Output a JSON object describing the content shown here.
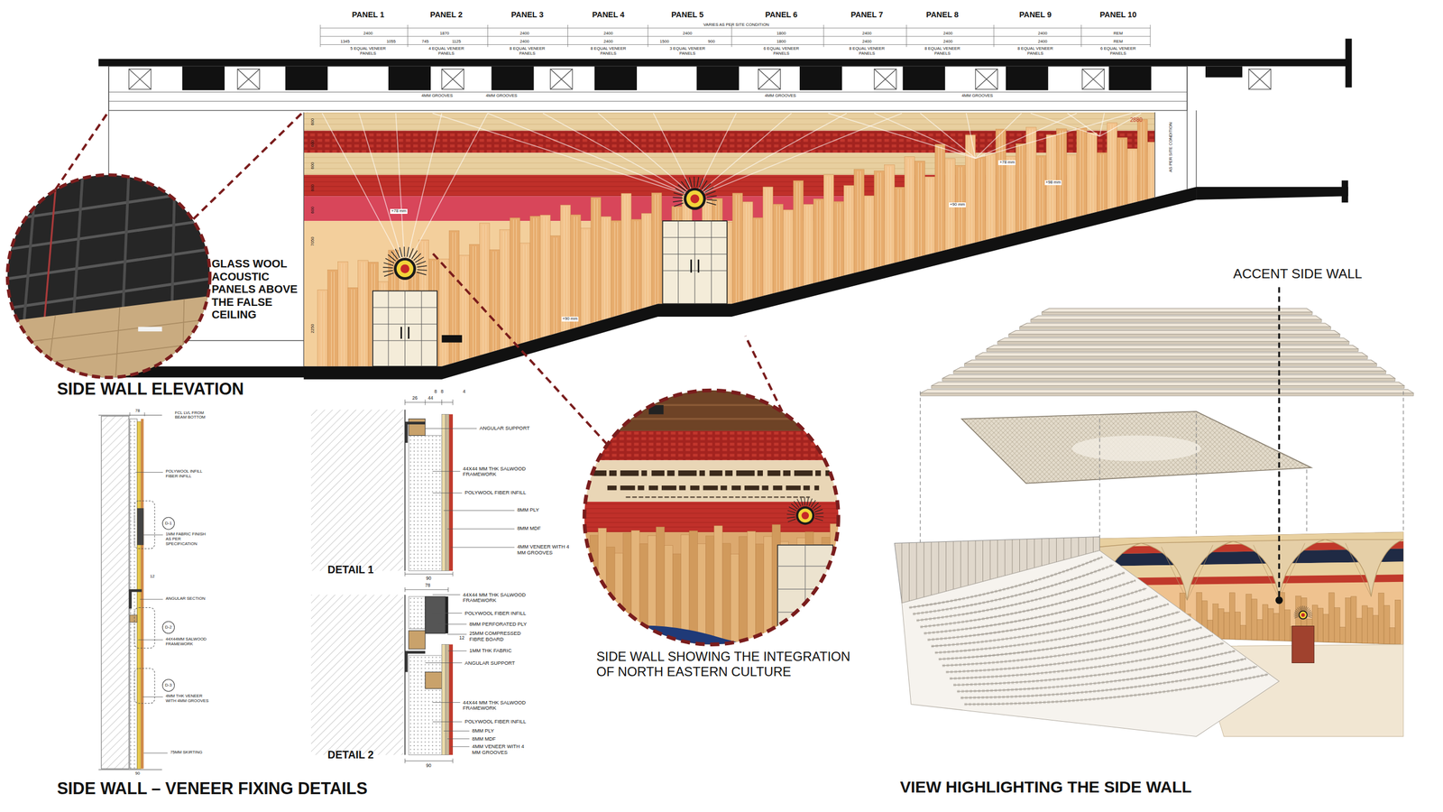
{
  "diagram": {
    "labels": [
      "PANEL 1",
      "PANEL 2",
      "PANEL 3",
      "PANEL 4",
      "PANEL 5",
      "PANEL 6",
      "PANEL 7",
      "PANEL 8",
      "PANEL 9",
      "PANEL 10",
      "VARIES AS PER SITE CONDITION",
      "2400",
      "1870",
      "2400",
      "2400",
      "2400",
      "1800",
      "2400",
      "2400",
      "2400",
      "REM",
      "1345",
      "1055",
      "745",
      "1125",
      "2400",
      "2400",
      "1500",
      "900",
      "1800",
      "2400",
      "2400",
      "2400",
      "REM",
      "5 EQUAL VENEER PANELS",
      "4 EQUAL VENEER PANELS",
      "8 EQUAL VENEER PANELS",
      "8 EQUAL VENEER PANELS",
      "3 EQUAL VENEER PANELS",
      "6 EQUAL VENEER PANELS",
      "8 EQUAL VENEER PANELS",
      "8 EQUAL VENEER PANELS",
      "8 EQUAL VENEER PANELS",
      "6 EQUAL VENEER PANELS",
      "4MM GROOVES",
      "4MM GROOVES",
      "4MM GROOVES",
      "4MM GROOVES",
      "2880",
      "AS PER SITE CONDITION",
      "600",
      "600",
      "600",
      "600",
      "600",
      "7050",
      "2250",
      "+78 mm",
      "+90 mm",
      "+78 mm",
      "+90 mm",
      "+98 mm",
      "GLASS WOOL ACOUSTIC PANELS ABOVE THE FALSE CEILING",
      "SIDE WALL ELEVATION",
      "ACCENT SIDE WALL",
      "SIDE WALL SHOWING THE INTEGRATION OF NORTH EASTERN CULTURE",
      "VIEW HIGHLIGHTING THE SIDE WALL",
      "SIDE WALL – VENEER FIXING DETAILS",
      "DETAIL 1",
      "DETAIL 2",
      "78",
      "FCL LVL FROM BEAM BOTTOM",
      "POLYWOOL INFILL FIBER INFILL",
      "D-1",
      "1MM FABRIC FINISH AS PER SPECIFICATION",
      "12",
      "ANGULAR SECTION",
      "D-2",
      "44X44MM SALWOOD FRAMEWORK",
      "4MM THK VENEER WITH 4MM GROOVES",
      "D-3",
      "75MM SKIRTING",
      "90",
      "26",
      "44",
      "8",
      "8",
      "4",
      "ANGULAR SUPPORT",
      "44X44 MM THK SALWOOD FRAMEWORK",
      "POLYWOOL FIBER INFILL",
      "8MM PLY",
      "8MM MDF",
      "4MM VENEER WITH 4 MM GROOVES",
      "90",
      "78",
      "44X44 MM THK SALWOOD FRAMEWORK",
      "POLYWOOL FIBER INFILL",
      "8MM PERFORATED PLY",
      "25MM COMPRESSED FIBRE BOARD",
      "12",
      "1MM THK FABRIC",
      "ANGULAR SUPPORT",
      "44X44 MM THK SALWOOD FRAMEWORK",
      "POLYWOOL FIBER INFILL",
      "8MM PLY",
      "8MM MDF",
      "4MM VENEER WITH 4 MM GROOVES",
      "90"
    ]
  }
}
